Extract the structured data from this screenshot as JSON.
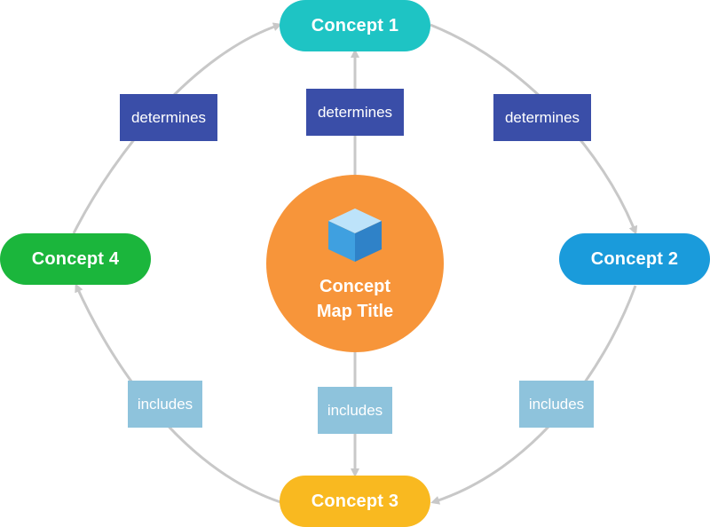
{
  "center": {
    "title": "Concept Map Title",
    "icon": "cube-icon",
    "color": "#F7953A"
  },
  "concepts": [
    {
      "label": "Concept 1",
      "color": "#1EC4C4"
    },
    {
      "label": "Concept 2",
      "color": "#1A9BDB"
    },
    {
      "label": "Concept 3",
      "color": "#F9B920"
    },
    {
      "label": "Concept 4",
      "color": "#1BB63C"
    }
  ],
  "links": {
    "top": "determines",
    "upper_left": "determines",
    "upper_right": "determines",
    "bottom": "includes",
    "lower_left": "includes",
    "lower_right": "includes"
  },
  "colors": {
    "determines_bg": "#3A4EA8",
    "includes_bg": "#8EC3DC",
    "connector": "#C8C8C8"
  }
}
